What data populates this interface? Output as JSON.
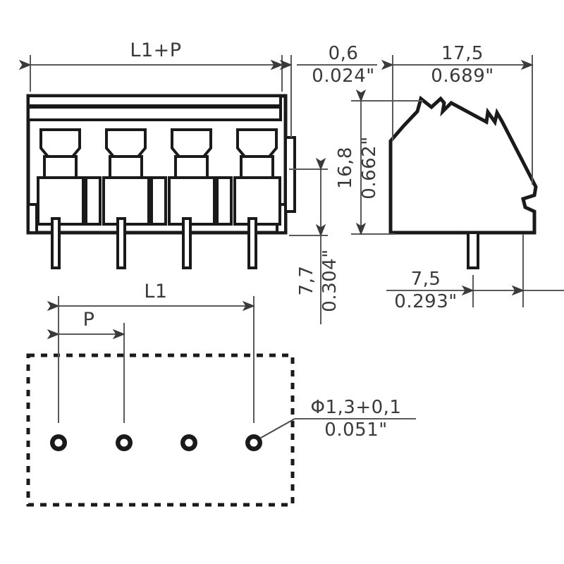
{
  "document": {
    "type": "engineering-drawing",
    "subject": "PCB terminal block - 4 pole",
    "units_note": "millimetres with inch equivalents in quotes"
  },
  "views": {
    "front": {
      "name": "front-view",
      "pole_count": 4,
      "dimensions": {
        "overall_width_label": "L1+P",
        "tab_width_mm": "0,6",
        "tab_width_in": "0.024\"",
        "pin_length_mm": "7,7",
        "pin_length_in": "0.304\""
      }
    },
    "side": {
      "name": "side-view",
      "dimensions": {
        "depth_mm": "17,5",
        "depth_in": "0.689\"",
        "height_mm": "16,8",
        "height_in": "0.662\"",
        "offset_mm": "7,5",
        "offset_in": "0.293\""
      }
    },
    "pcb_layout": {
      "name": "pcb-drilling-plan",
      "hole_count": 4,
      "dimensions": {
        "row_length_label": "L1",
        "pitch_label": "P",
        "hole_diameter_mm": "Φ1,3+0,1",
        "hole_diameter_in": "0.051\""
      }
    }
  },
  "annotations": {
    "l1_plus_p": "L1+P",
    "tab_mm": "0,6",
    "tab_in": "0.024\"",
    "depth_mm": "17,5",
    "depth_in": "0.689\"",
    "height_mm": "16,8",
    "height_in": "0.662\"",
    "pin_mm": "7,7",
    "pin_in": "0.304\"",
    "offset_mm": "7,5",
    "offset_in": "0.293\"",
    "l1": "L1",
    "p": "P",
    "hole_dia_mm": "Φ1,3+0,1",
    "hole_dia_in": "0.051\""
  },
  "colors": {
    "background": "#ffffff",
    "outline": "#1a1a1a",
    "dimension": "#5a5a5a",
    "text": "#3a3a3a"
  }
}
